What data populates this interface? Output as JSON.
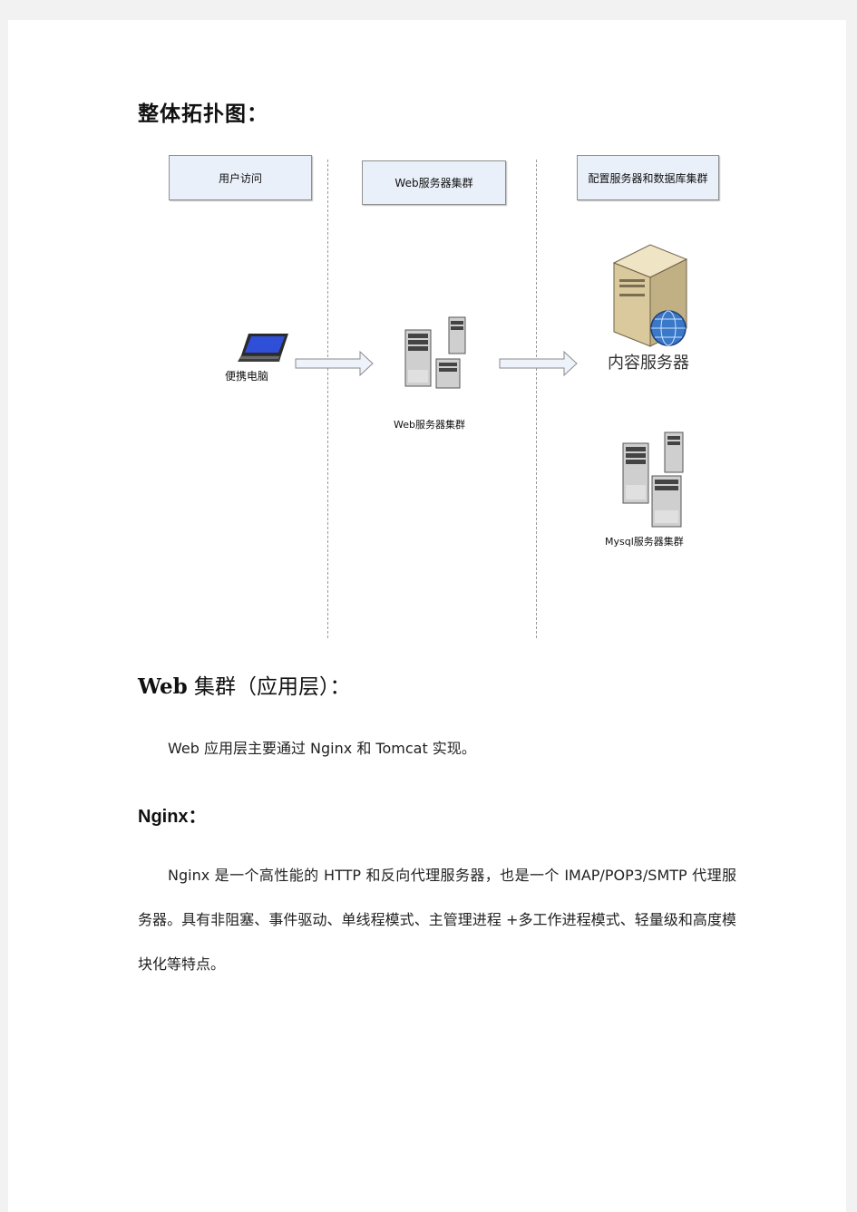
{
  "heading_topology": "整体拓扑图：",
  "diagram": {
    "columns": [
      "用户访问",
      "Web服务器集群",
      "配置服务器和数据库集群"
    ],
    "laptop_label": "便携电脑",
    "web_cluster_label": "Web服务器集群",
    "content_server_label": "内容服务器",
    "mysql_cluster_label": "Mysql服务器集群"
  },
  "section_web": {
    "heading_latin": "Web",
    "heading_zh": " 集群（应用层）：",
    "paragraph": "Web 应用层主要通过 Nginx 和 Tomcat 实现。"
  },
  "section_nginx": {
    "heading": "Nginx：",
    "paragraph": "Nginx 是一个高性能的 HTTP 和反向代理服务器，也是一个 IMAP/POP3/SMTP 代理服务器。具有非阻塞、事件驱动、单线程模式、主管理进程 +多工作进程模式、轻量级和高度模块化等特点。"
  },
  "colors": {
    "box_fill": "#eaf0fa",
    "arrow_fill": "#eef2fa",
    "server_body": "#c8c8c8",
    "content_server": "#e9dcb8",
    "globe": "#3a78c8"
  }
}
